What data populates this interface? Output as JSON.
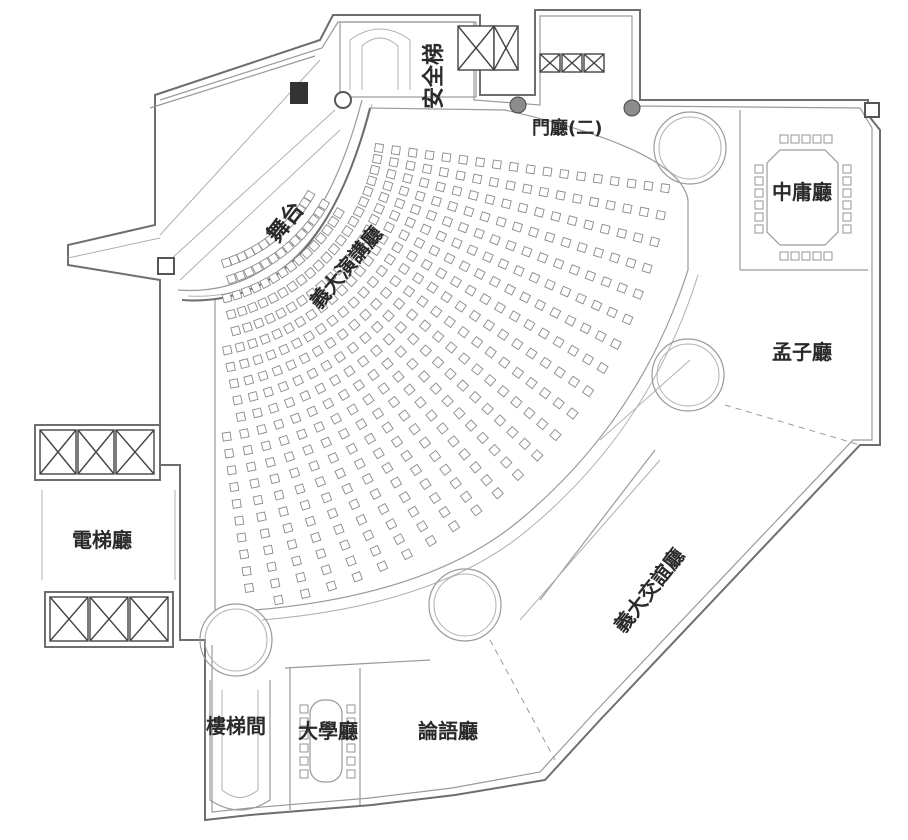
{
  "labels": {
    "safety_stair": "安全梯",
    "lobby_2": "門廳(二)",
    "stage": "舞台",
    "auditorium": "義大演講廳",
    "zhongyong": "中庸廳",
    "mengzi": "孟子廳",
    "elevator_hall": "電梯廳",
    "exchange_hall": "義大交誼廳",
    "stairwell": "樓梯間",
    "daxue": "大學廳",
    "lunyu": "論語廳"
  },
  "colors": {
    "wall": "#6e6e6e",
    "text": "#2a2a2a",
    "column_fill": "#8c8c8c"
  }
}
